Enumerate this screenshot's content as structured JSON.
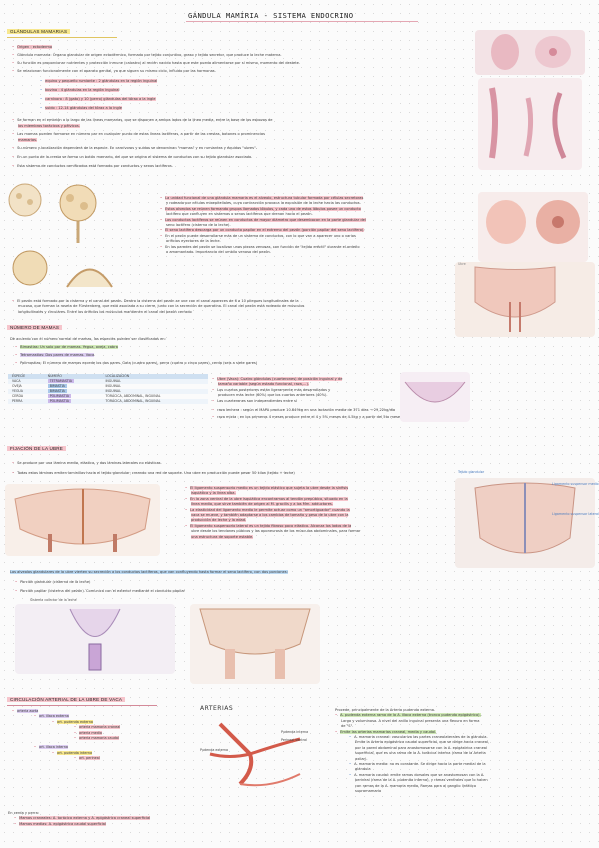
{
  "title": "GÁNDULA MAMÍRIA - SISTEMA ENDOCRINO",
  "sections": {
    "glandulas": "GLÁNDULAS MAMARIAS",
    "numero": "NÚMERO DE MAMAS",
    "fijacion": "FIJACIÓN DE LA UBRE",
    "circulacion": "CIRCULACIÓN ARTERIAL DE LA UBRE DE VACA"
  },
  "intro": [
    "Origen : ectodermo",
    "Glándula mamaria: Órgano glandular de origen ectodérmico, formado por tejido conjuntivo, graso y tejido secretor, que produce la leche materna.",
    "Su función es proporcionar nutrientes y protección inmune (calostro) al recién nacido hasta que este pueda alimentarse por sí mismo, momento del destete.",
    "Se relacionan funcionalmente con el aparato genital, ya que siguen su mismo ciclo, influido por las hormonas."
  ],
  "subitems": [
    "equino y pequeño rumiante : 2 glándulas en la región inguinal",
    "bovino : 4 glándulas en la región inguinal",
    "carnívoro : 8 (gato) y 10 (perro) glándulas del tórax a la ingle",
    "suido : 12-14 glándulas del tórax a la ingle"
  ],
  "para2": [
    "Se forman en el embrión a lo largo de las líneas mamarias, que se disponen a ambos lados de la línea media, entre la base de los esbozos de",
    "los miembros torácicos y pélvicos.",
    "Las mamas pueden formarse en número par en cualquier punto de estas líneas lactíferas, a partir de las crestas, botones o prominencias",
    "mamarias.",
    "Su número y localización dependerá de la especie. En carnívoros y suidos se denominan \"mamas\" y en rumiantes y équidos \"ubres\".",
    "En un punto de la cresta se forma un botón mamario, del que se origina el sistema de conductos con su tejido glandular asociado.",
    "Esta sistema de conductos ramificados está formado por conductos y senos lactíferos."
  ],
  "units": [
    "La unidad funcional de una glándula mamaria es el alveolo, estructura tubular formada por células secretoras",
    "y rodeado por células mioepiteliales, cuya contracción provoca la expulsión de la leche hacia los conductos.",
    "Estos alveolos se reúnen formando grupos llamados lóbulos, y cada uno de estos lóbulos posee un conducto",
    "lactífero que confluyen en sistemas o senos lactíferos que drenan hacia el pezón.",
    "Los conductos lactíferos se reúnen en conductos de mayor diámetro que desembocan en la parte glandular del",
    "seno lactífero (cisterna de la leche).",
    "El seno lactífero descarga por un conducto papilar en el extremo del pezón (porción papilar del seno lactífero).",
    "En el pezón puede desarrollarse más de un sistema de conductos, con lo que van a aparecer uno o varios",
    "orificios eyectores de la leche.",
    "En las paredes del pezón se localizan unas piezas venosas, con función de \"tejido eréctil\" durante el ordeño",
    "o amamantado. Importancia del umbilo venoso del pezón."
  ],
  "pezon": [
    "El pezón está formado por la cisterna y el canal del pezón. Dentro la cisterna del pezón se une con el canal apareces de 6 a 10 pliegues longitudinales de la",
    "mucosa, que forman la roseta de Fürstenberg, que está asociada a su cierre, junto con la secreción de queratina. El canal del pezón está rodeado de músculos",
    "longitudinales y circulares. Entre los orificios los músculos mantienen el canal del pezón cerrado"
  ],
  "numero_intro": "De acuerdo con el número normal de mamas, las especies pueden ser clasificadas en:",
  "numero_items": [
    "Bimastias: Un solo par de mamas. Yegua, oveja, cabra",
    "Tetramastias: Dos pares de mamas. Vaca",
    "Polimastias: El número de mamas excede los dos pares. Gata (cuatro pares), perra (cuatro o cinco pares), cerda (seis a siete pares)"
  ],
  "table": {
    "headers": [
      "ESPECIE",
      "NÚMERO",
      "LOCALIZACIÓN"
    ],
    "rows": [
      [
        "VACA",
        "TETRAMASTIA",
        "INGUINAL"
      ],
      [
        "OVEJA",
        "BIMASTIA",
        "INGUINAL"
      ],
      [
        "YEGUA",
        "BIMASTIA",
        "INGUINAL"
      ],
      [
        "CERDA",
        "POLIMASTIA",
        "TORÁCICA, ABDOMINAL, INGUINAL"
      ],
      [
        "PERRA",
        "POLIMASTIA",
        "TORÁCICA, ABDOMINAL, INGUINAL"
      ]
    ]
  },
  "ubre_notes": [
    "Ubre (Vaca): Cuatro glándulas (cuarterones) de posición inguinal y de",
    "tamaño variable (según estado funcional, raza,...).",
    "Los cuartos posteriores están ligeramente más desarrollados y",
    "producen más leche (60%) que los cuartos anteriores (40%).",
    "Los cuarterones son independientes entre sí",
    "raza lechera : según el MAPA produce 10.849kg en una lactación media de 371 días → 29,22kg/día",
    "raza mixta : en los primeros 4 meses produce entre el 4 y 5% meses de 4-5kg y a partir del 5to meses de 2-3kg"
  ],
  "fijacion": [
    "Se produce por una lámina media, elástica, y dos láminas laterales no elásticas.",
    "Todas estas láminas emiten laminillas hacia el tejido glandular, creando una red de soporte. Una ubre en producción puede pesar 50 kilos (tejido + leche)"
  ],
  "ligamentos": [
    "El ligamento suspensorio medio es un tejido elástico que sujeta la ubre desde la sínfisis",
    "isquiática y la línea alba.",
    "En la zona ventral de la ubre isquiática encontramos al tendón prepúbico, situado en la",
    "línea media, que sirve también de origen al M. gracilis y a los Mm. adductores.",
    "La elasticidad del ligamento medio le permite actuar como un \"amortiguador\" cuando la",
    "vaca se mueve, y también adaptarse a los cambios de tamaño y peso de la ubre con la",
    "producción de leche y la edad.",
    "El ligamento suspensorio lateral es un tejido fibroso poco elástico. Alcanza los lados de la",
    "ubre desde los tendones púbicos y las aponeurosis de los músculos abdominales, para formar",
    "una estructura de soporte estable."
  ],
  "alveolos": [
    "Los alveolos glandulares de la ubre vierten su secreción a los conductos lactíferos, que van confluyendo hasta formar el seno lactífero, con dos porciones:",
    "Porción glandular (cisterna de la leche)",
    "Porción papilar (cisterna del pezón). Comunica con el exterior mediante el conducto papilar"
  ],
  "figure_labels": {
    "tejido_glandular": "Tejido glandular",
    "lig_medio": "Ligamento suspensor medio",
    "lig_lateral": "Ligamento suspensor lateral",
    "ubre": "Ubre",
    "sistema_colector": "Sistema colector de la leche",
    "arterias": "ARTERIAS",
    "pudenda_interna": "Pudenda interna",
    "perineal_ventral": "Perineal ventral",
    "pudenda_externa": "Pudenda externa"
  },
  "tree": [
    "arteria aorta",
    "art. ilíaca externa",
    "art. pudenda externa",
    "arteria mamaria craneal",
    "arteria media",
    "arteria mamaria caudal",
    "art. ilíaca interna",
    "art. pudenda interna",
    "art. perineal"
  ],
  "right_circ": [
    "Procede, principalmente de la Arteria pudenda externa.",
    "A. pudenda externa rama de la A. ilíaca externa (tronco pudendo epigástrico).",
    "Larga y voluminosa. A nivel del anillo inguinal presenta una flexura en forma",
    "de \"S\".",
    "Emite las arterias mamarias craneal, media y caudal.",
    "A. mamaria craneal: vasculariza las partes craneolaterales de la glándula.",
    "Emite la Arteria epigástrica caudal superficial, que se dirige hacia craneal,",
    "por la pared abdominal para anastomosarse con la A. epigástrica craneal",
    "superficial, que es una rama de la A. torácica interna (rama de la Arteria",
    "axilar).",
    "A. mamaria media: no es constante. Se dirige hacia la parte medial de la",
    "glándula",
    "A. mamaria caudal: emite ramas dorsales que se anastomosan con la A.",
    "perineal (rama de la A. pudenda interna), y ramas ventrales que lo hacen",
    "con ramas de la A. mamaria media. Ramas para al ganglio linfático",
    "supramamario"
  ],
  "cerdo": [
    "En cerda y perra:",
    "Mamas craneales: A. torácica externa y A. epigástrica craneal superficial",
    "Mamas medias: A. epigástrica caudal superficial"
  ]
}
